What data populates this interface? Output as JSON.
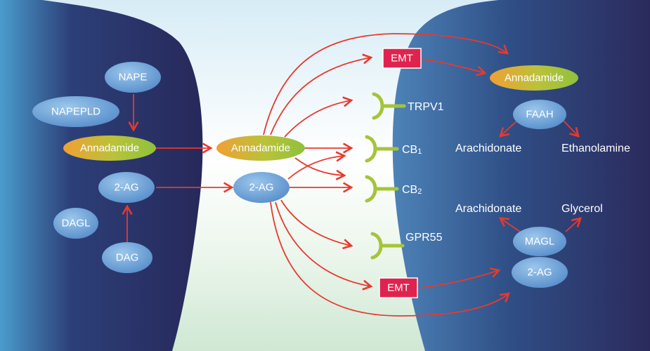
{
  "presynaptic": {
    "nape": "NAPE",
    "napepld": "NAPEPLD",
    "anandamide": "Annadamide",
    "two_ag": "2-AG",
    "dagl": "DAGL",
    "dag": "DAG"
  },
  "cleft": {
    "anandamide": "Annadamide",
    "two_ag": "2-AG"
  },
  "receptors": {
    "trpv1": "TRPV1",
    "cb1": "CB",
    "cb1_sub": "1",
    "cb2": "CB",
    "cb2_sub": "2",
    "gpr55": "GPR55"
  },
  "transport": {
    "emt_top": "EMT",
    "emt_bottom": "EMT"
  },
  "postsynaptic": {
    "anandamide": "Annadamide",
    "faah": "FAAH",
    "arachidonate_1": "Arachidonate",
    "ethanolamine": "Ethanolamine",
    "arachidonate_2": "Arachidonate",
    "glycerol": "Glycerol",
    "magl": "MAGL",
    "two_ag": "2-AG"
  },
  "colors": {
    "arrow": "#e8392e",
    "receptor": "#a6c437",
    "emt_fill": "#e0234e",
    "neuron_dark": "#2e2c5b",
    "neuron_mid": "#3d5e92"
  }
}
